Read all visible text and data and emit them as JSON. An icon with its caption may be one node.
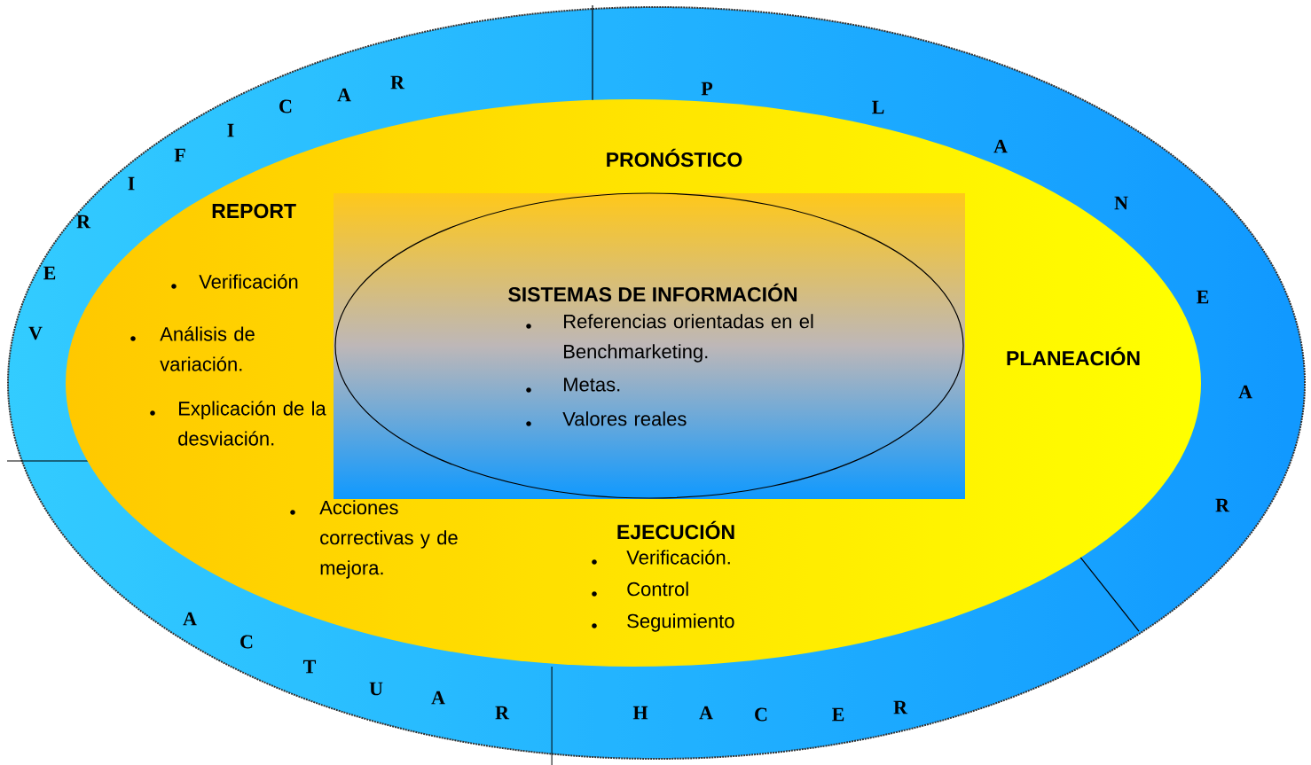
{
  "diagram": {
    "nodes": [
      {
        "text": [
          "PRONÓSTICO",
          "REPORT",
          "Verificación",
          "Análisis de variación.",
          "Explicación de la desviación.",
          "Acciones correctivas y de mejora.",
          "PLANEACIÓN",
          "EJECUCIÓN",
          "Verificación.",
          "Control",
          "Seguimiento"
        ]
      },
      {
        "text": [],
        "shape": "box",
        "in": 0
      },
      {
        "text": [
          "SISTEMAS DE INFORMACIÓN",
          "Referencias orientadas en el Benchmarketing.",
          "Metas.",
          "Valores reales"
        ],
        "in": 1
      }
    ],
    "labels": [
      "V E R I F I C A R",
      "P L A N E A R",
      "H A C E R",
      "A C T U A R"
    ]
  }
}
